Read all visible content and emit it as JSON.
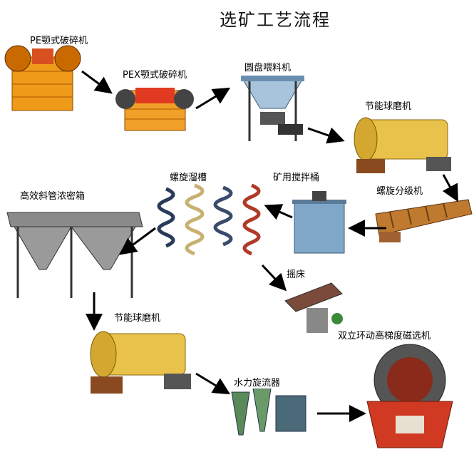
{
  "title": "选矿工艺流程",
  "equipment": {
    "pe_crusher": "PE颚式破碎机",
    "pex_crusher": "PEX颚式破碎机",
    "disc_feeder": "圆盘喂料机",
    "ball_mill_1": "节能球磨机",
    "spiral_classifier": "螺旋分级机",
    "agitation_tank": "矿用搅拌桶",
    "spiral_chute": "螺旋溜槽",
    "thickener": "高效斜管浓密箱",
    "shaking_table": "摇床",
    "ball_mill_2": "节能球磨机",
    "hydrocyclone": "水力旋流器",
    "magnetic_separator": "双立环动高梯度磁选机"
  },
  "colors": {
    "machine_orange": "#f09a1a",
    "mill_yellow": "#e8c24a",
    "tank_blue": "#7fa8c8",
    "separator_red": "#d03a22",
    "arrow": "#000000"
  }
}
